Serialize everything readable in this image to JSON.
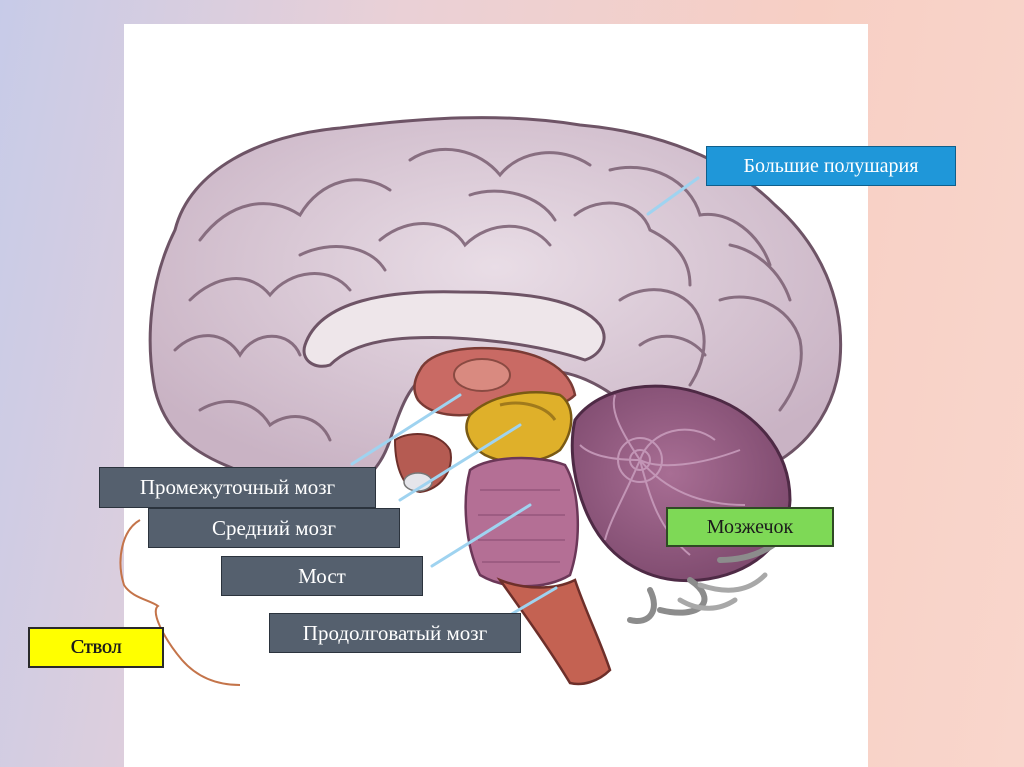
{
  "labels": {
    "hemispheres": "Большие полушария",
    "diencephalon": "Промежуточный мозг",
    "midbrain": "Средний мозг",
    "pons": "Мост",
    "medulla": "Продолговатый мозг",
    "cerebellum": "Мозжечок",
    "brainstem": "Ствол"
  },
  "colors": {
    "dark_label": "#55606e",
    "hemispheres_label": "#1f97d9",
    "cerebellum_label": "#7ed956",
    "brainstem_label": "#ffff00",
    "pointer_line": "#9fd3f0",
    "bracket": "#c4744a"
  }
}
